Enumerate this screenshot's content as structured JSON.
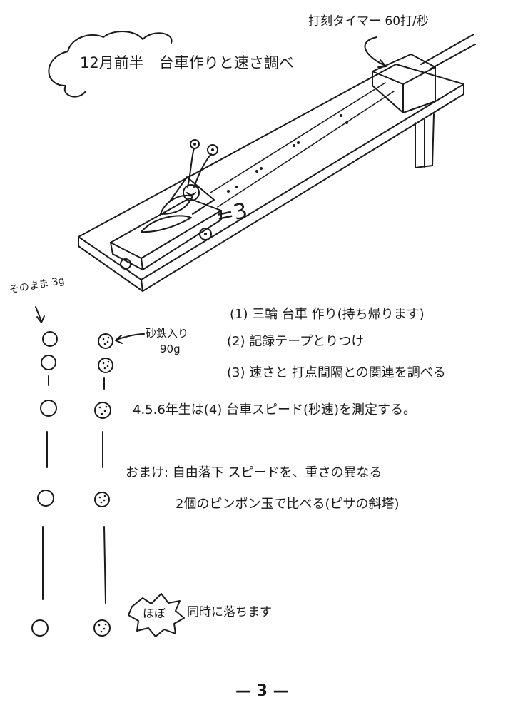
{
  "header": {
    "title": "12月前半　台車作りと速さ調べ",
    "timer_label": "打刻タイマー 60打/秒"
  },
  "diagram": {
    "equals_label": "=3"
  },
  "balls": {
    "light_label": "そのまま 3g",
    "heavy_label": "砂鉄入り",
    "heavy_weight": "90g",
    "light_count": 5,
    "heavy_count": 5
  },
  "steps": [
    "(1) 三輪 台車 作り(持ち帰ります)",
    "(2) 記録テープとりつけ",
    "(3) 速さと 打点間隔との関連を調べる",
    "4.5.6年生は(4) 台車スピード(秒速)を測定する。"
  ],
  "bonus": {
    "line1": "おまけ: 自由落下 スピードを、重さの異なる",
    "line2": "2個のピンポン玉で比べる(ピサの斜塔)",
    "burst_label": "ほぼ",
    "result": "同時に落ちます"
  },
  "footer": {
    "page_number": "— 3 —"
  }
}
